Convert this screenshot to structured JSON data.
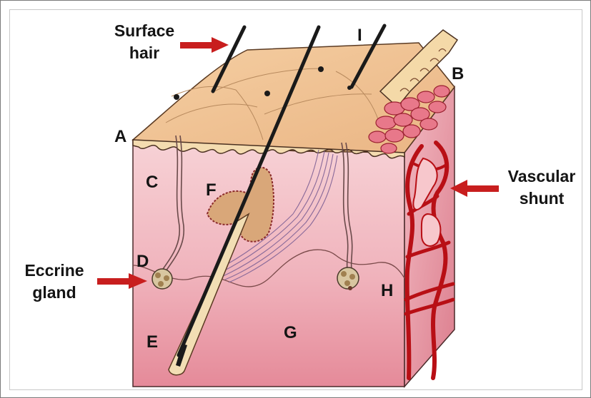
{
  "callouts": {
    "surface_hair": {
      "line1": "Surface",
      "line2": "hair"
    },
    "vascular_shunt": {
      "line1": "Vascular",
      "line2": "shunt"
    },
    "eccrine_gland": {
      "line1": "Eccrine",
      "line2": "gland"
    }
  },
  "letters": {
    "A": "A",
    "B": "B",
    "C": "C",
    "D": "D",
    "E": "E",
    "F": "F",
    "G": "G",
    "H": "H",
    "I": "I"
  },
  "colors": {
    "arrow": "#c81e1e",
    "epidermis": "#f3c796",
    "dermis_top": "#f6cfd3",
    "dermis_bottom": "#e78b98",
    "vessel": "#b80f15",
    "hair": "#1a1a1a"
  }
}
